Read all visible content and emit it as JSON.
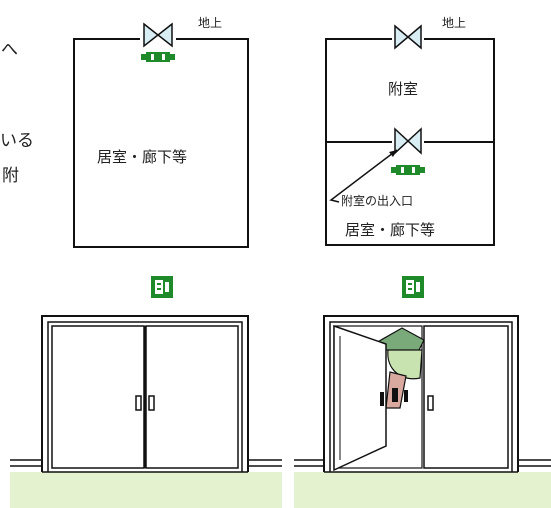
{
  "fragments": {
    "top": "へ",
    "mid": "いる",
    "bottom": "附"
  },
  "left_plan": {
    "outside_label": "地上",
    "room_label": "居室・廊下等"
  },
  "right_plan": {
    "outside_label": "地上",
    "anteroom_label": "附室",
    "entrance_label": "附室の出入口",
    "room_label": "居室・廊下等"
  },
  "colors": {
    "exit_green": "#1e8a2a",
    "ground_green": "#e4f2cf",
    "door_blue": "#d8eef4",
    "figure_head": "#c9e3b0",
    "figure_cap": "#7aaa7a",
    "figure_body": "#d9a9a0"
  },
  "icons": [
    "double-door-symbol-icon",
    "exit-light-icon",
    "exit-sign-icon",
    "double-door-icon",
    "person-icon"
  ]
}
